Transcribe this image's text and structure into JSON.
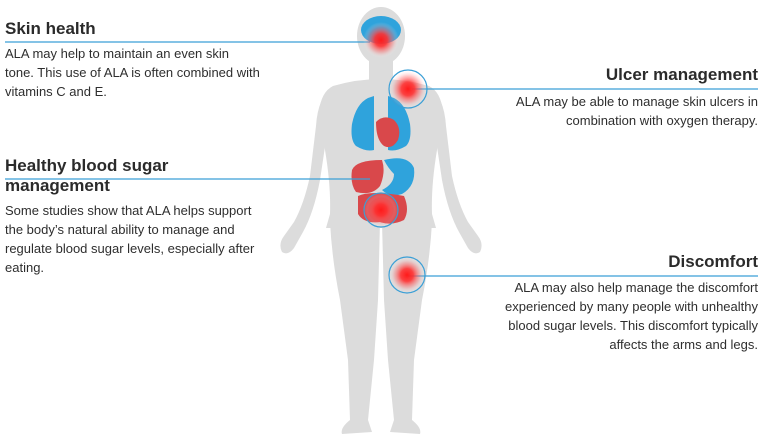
{
  "callouts": {
    "skin": {
      "title": "Skin health",
      "body": "ALA may help to maintain an even skin tone. This use of ALA is often combined with vitamins C and E."
    },
    "sugar": {
      "title": "Healthy blood sugar management",
      "body": "Some studies show that ALA helps support the body’s natural ability to manage and regulate blood sugar levels, especially after eating."
    },
    "ulcer": {
      "title": "Ulcer management",
      "body": "ALA may be able to manage skin ulcers in combination with oxygen therapy."
    },
    "discomfort": {
      "title": "Discomfort",
      "body": "ALA may also help manage the discomfort experienced by many people with unhealthy blood sugar levels. This discomfort typically affects the arms and legs."
    }
  },
  "colors": {
    "body_silhouette": "#dcdcdc",
    "organ_blue": "#2fa3dc",
    "organ_red": "#d9484b",
    "connector_line": "#3b9fd6",
    "hotspot_red": "#ff2a2a"
  },
  "icons": {
    "brain": "brain-icon",
    "lungs": "lungs-icon",
    "heart": "heart-icon",
    "stomach": "stomach-icon",
    "liver": "liver-icon",
    "intestine": "intestine-icon"
  }
}
